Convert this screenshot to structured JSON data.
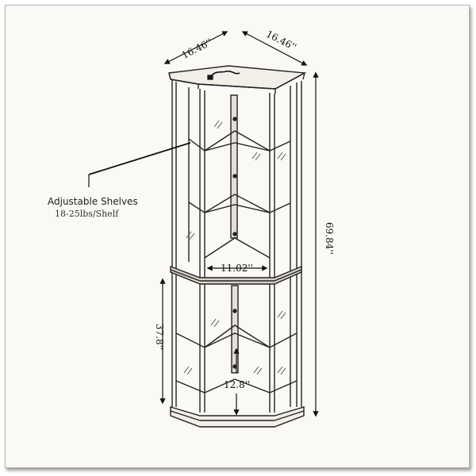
{
  "dimensions": {
    "depth_left": "16.46''",
    "depth_right": "16.46''",
    "total_height": "69.84''",
    "inner_width": "11.02''",
    "lower_height": "37.8''",
    "bottom_depth": "12.8''"
  },
  "callout": {
    "title": "Adjustable Shelves",
    "subtitle": "18-25lbs/Shelf"
  }
}
